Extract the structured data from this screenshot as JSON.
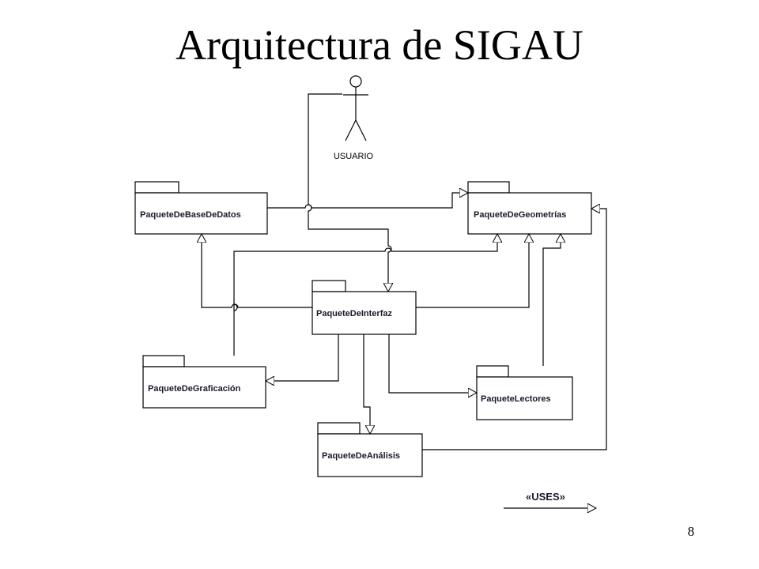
{
  "title": "Arquitectura de SIGAU",
  "page_number": "8",
  "actor": {
    "label": "USUARIO"
  },
  "packages": {
    "base_datos": "PaqueteDeBaseDeDatos",
    "geometrias": "PaqueteDeGeometrías",
    "interfaz": "PaqueteDeInterfaz",
    "graficacion": "PaqueteDeGraficación",
    "lectores": "PaqueteLectores",
    "analisis": "PaqueteDeAnálisis"
  },
  "legend": {
    "label": "«USES»"
  }
}
